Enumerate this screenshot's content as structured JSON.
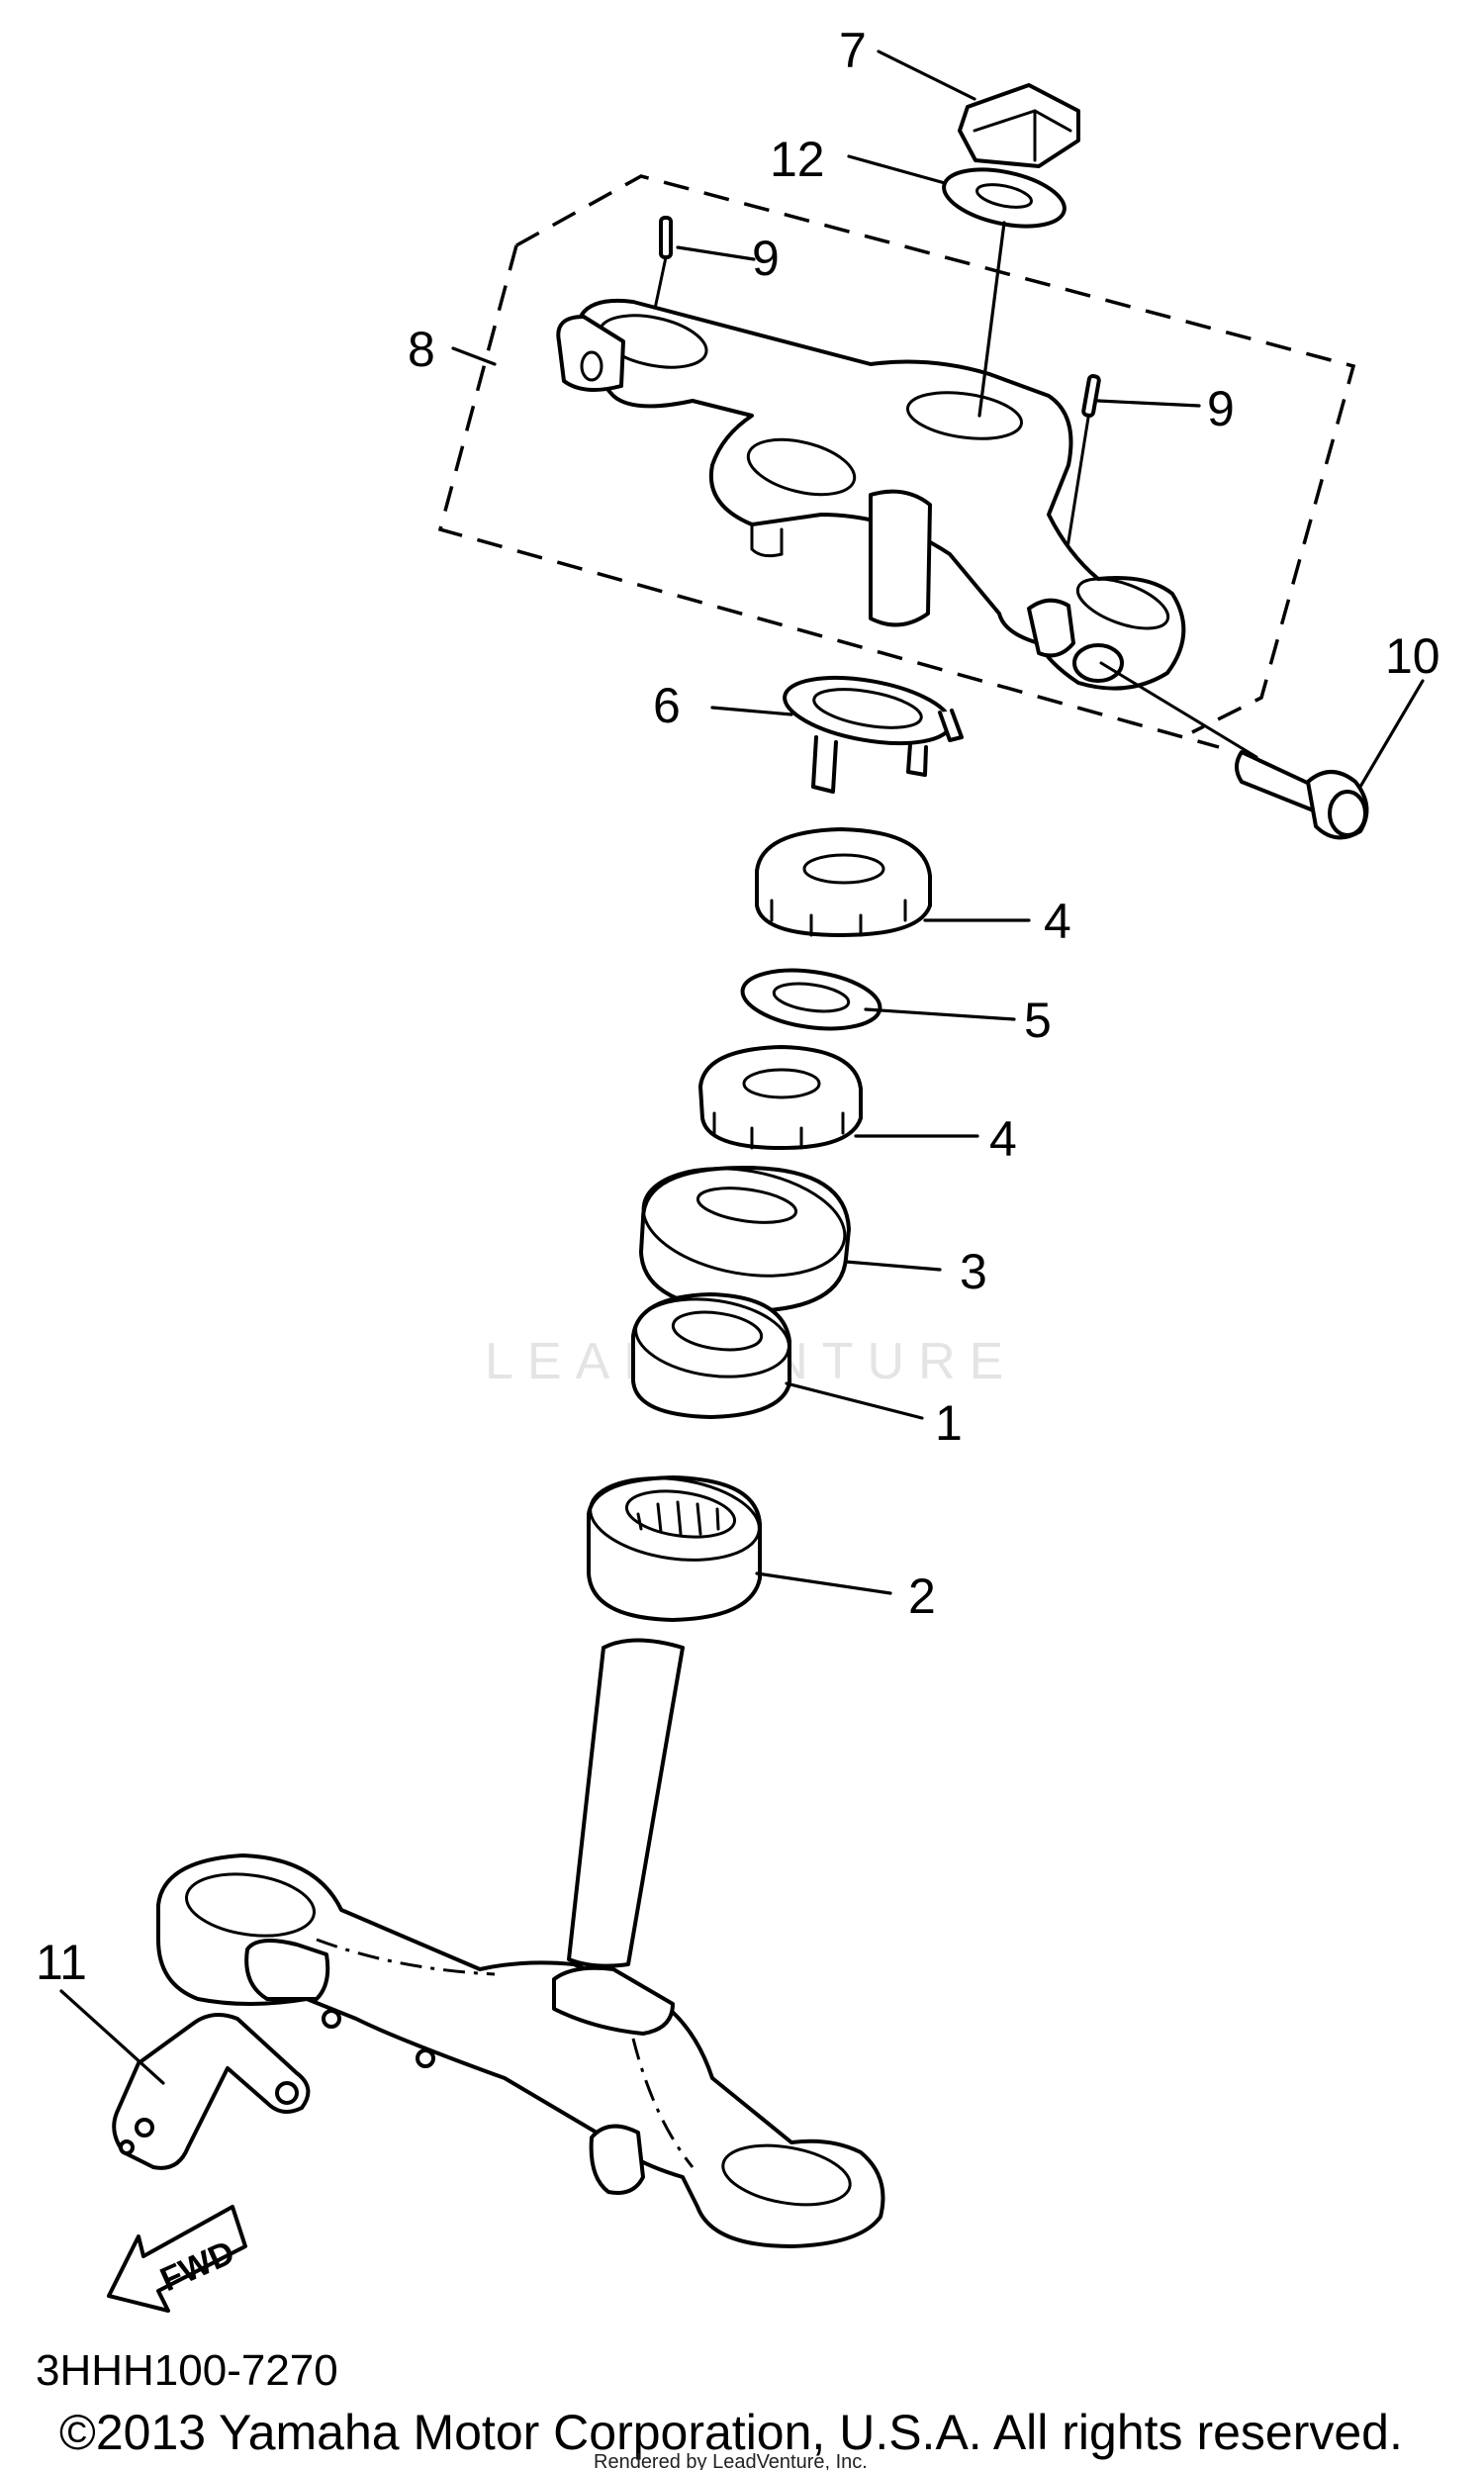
{
  "callouts": {
    "c7": "7",
    "c12": "12",
    "c9a": "9",
    "c8": "8",
    "c9b": "9",
    "c10": "10",
    "c6": "6",
    "c4a": "4",
    "c5": "5",
    "c4b": "4",
    "c3": "3",
    "c1": "1",
    "c2": "2",
    "c11": "11"
  },
  "fwd_label": "FWD",
  "diagram_code": "3HHH100-7270",
  "copyright": "©2013 Yamaha Motor Corporation, U.S.A. All rights reserved.",
  "rendered_by": "Rendered by LeadVenture, Inc.",
  "watermark": "LEADVENTURE"
}
